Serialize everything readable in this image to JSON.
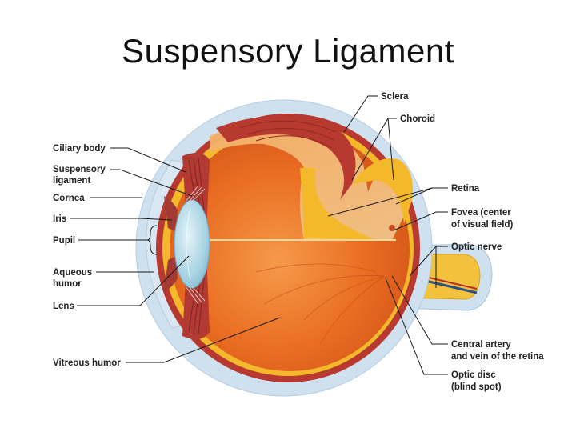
{
  "title": "Suspensory Ligament",
  "labels": {
    "sclera": "Sclera",
    "choroid": "Choroid",
    "retina": "Retina",
    "fovea_1": "Fovea (center",
    "fovea_2": "of visual field)",
    "optic_nerve": "Optic nerve",
    "central_artery_1": "Central artery",
    "central_artery_2": "and vein of the retina",
    "optic_disc_1": "Optic disc",
    "optic_disc_2": "(blind spot)",
    "ciliary_body": "Ciliary body",
    "suspensory_1": "Suspensory",
    "suspensory_2": "ligament",
    "cornea": "Cornea",
    "iris": "Iris",
    "pupil": "Pupil",
    "aqueous_1": "Aqueous",
    "aqueous_2": "humor",
    "lens": "Lens",
    "vitreous": "Vitreous humor"
  },
  "colors": {
    "sclera_outer": "#cfe0ee",
    "sclera_inner": "#dce8f3",
    "choroid": "#c0392b",
    "retina": "#f3b92b",
    "vitreous": "#e86a1f",
    "lens": "#a9d3e3",
    "ciliary": "#b23a33",
    "nerve": "#f2c23c"
  }
}
